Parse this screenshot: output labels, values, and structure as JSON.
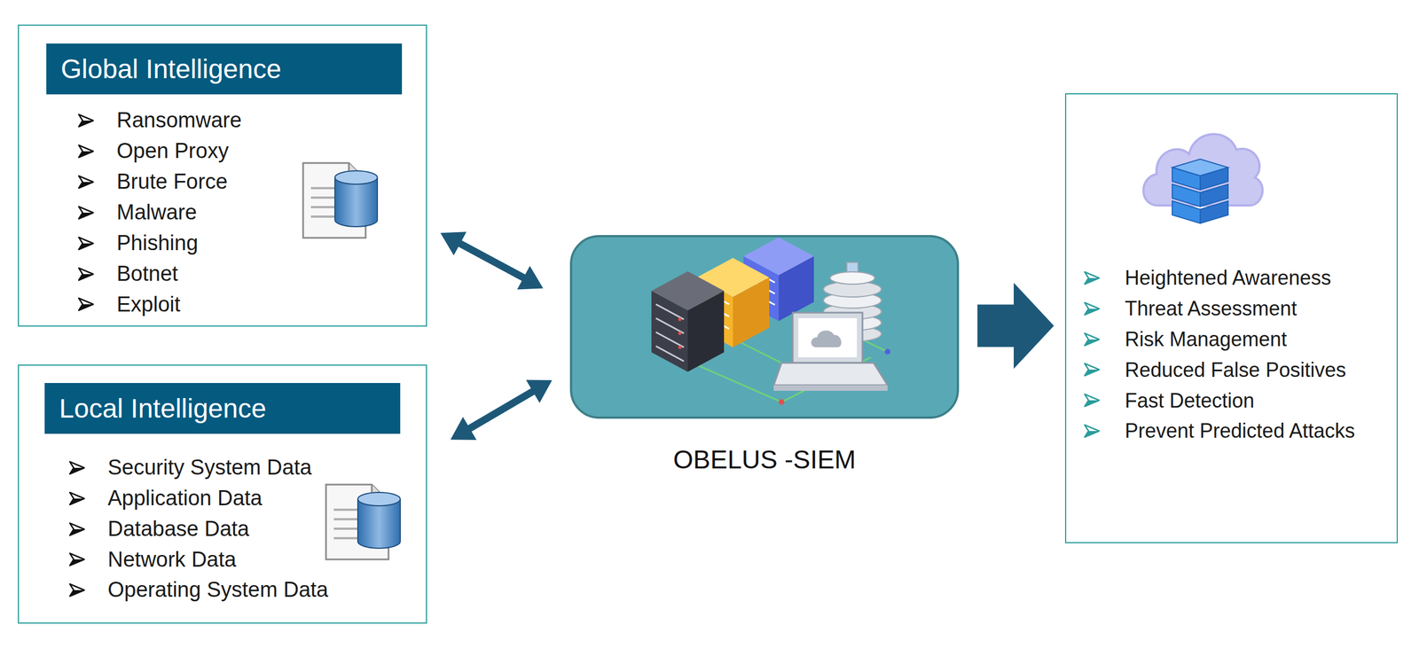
{
  "diagram": {
    "nodes": [
      {
        "text": [
          "Global Intelligence",
          "Ransomware",
          "Open Proxy",
          "Brute Force",
          "Malware",
          "Phishing",
          "Botnet",
          "Exploit"
        ]
      },
      {
        "text": [
          "Local Intelligence",
          "Security System Data",
          "Application Data",
          "Database Data",
          "Network Data",
          "Operating System Data"
        ]
      },
      {
        "text": [
          "OBELUS -SIEM"
        ]
      },
      {
        "text": [
          "Heightened Awareness",
          "Threat Assessment",
          "Risk Management",
          "Reduced False Positives",
          "Fast Detection",
          "Prevent Predicted Attacks"
        ]
      }
    ],
    "edges": [
      {
        "from": 0,
        "to": 2,
        "arrow": "both"
      },
      {
        "from": 1,
        "to": 2,
        "arrow": "both"
      },
      {
        "from": 2,
        "to": 3,
        "arrow": "to"
      }
    ]
  }
}
